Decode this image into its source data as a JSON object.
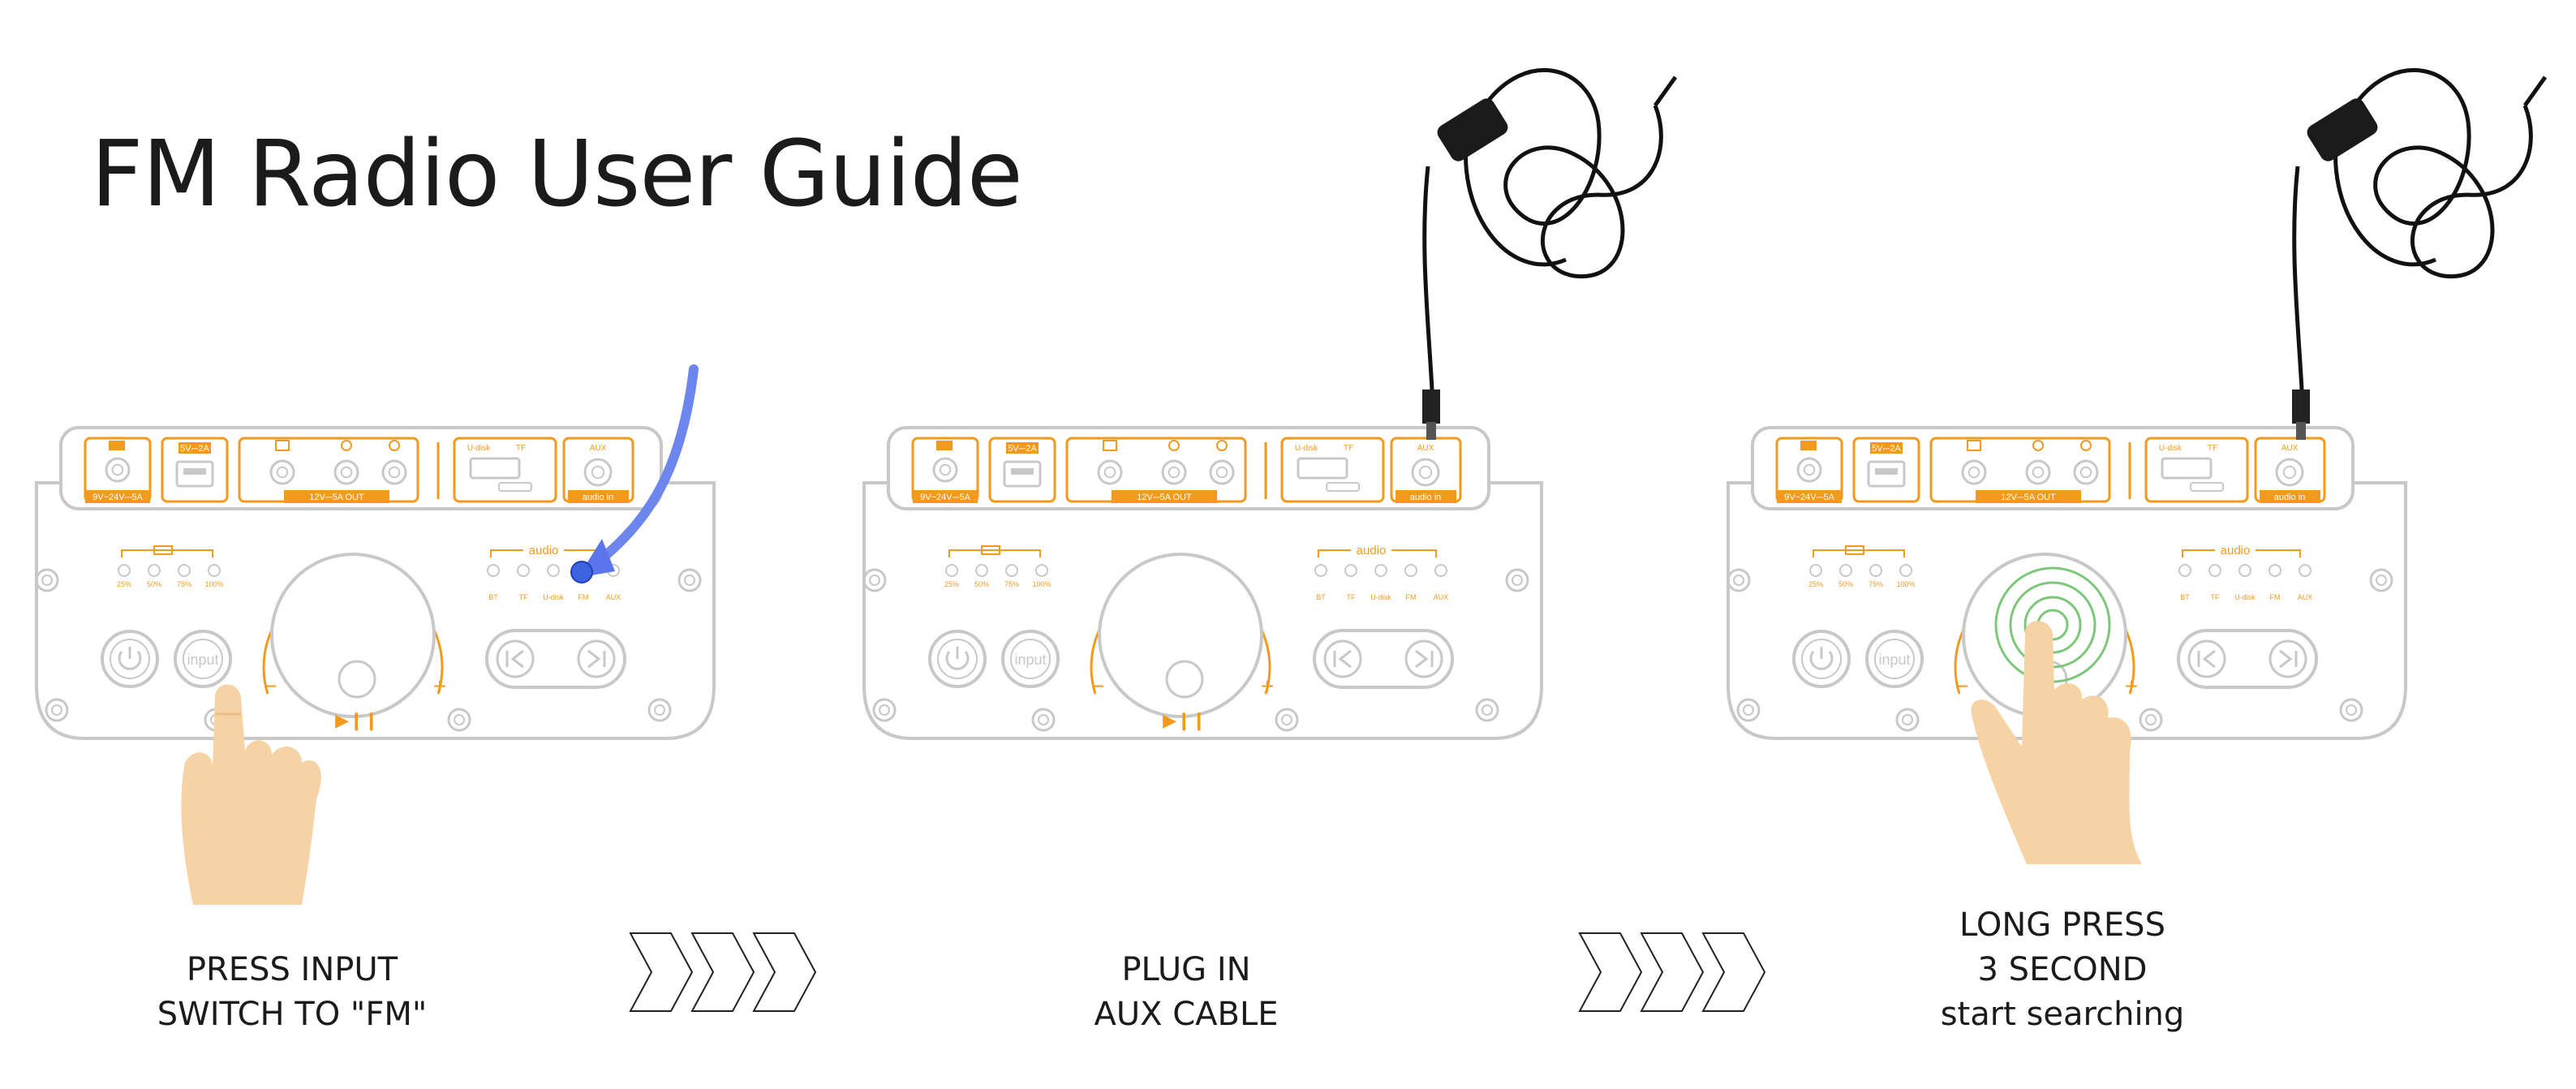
{
  "title": "FM Radio User Guide",
  "device": {
    "power_spec": "9V~24V⎓5A",
    "usb_spec": "5V⎓2A",
    "out_spec": "12V⎓5A OUT",
    "udisk_label": "U-disk",
    "tf_label": "TF",
    "aux_label": "AUX",
    "audio_in_label": "audio in",
    "audio_label": "audio",
    "battery_levels": [
      "25%",
      "50%",
      "75%",
      "100%"
    ],
    "sources": [
      "BT",
      "TF",
      "U-disk",
      "FM",
      "AUX"
    ],
    "input_label": "input",
    "minus": "−",
    "plus": "+",
    "play_pause": "▶❙❙"
  },
  "steps": [
    {
      "line1": "PRESS INPUT",
      "line2": "SWITCH TO \"FM\"",
      "line3": ""
    },
    {
      "line1": "PLUG IN",
      "line2": "AUX CABLE",
      "line3": ""
    },
    {
      "line1": "LONG PRESS",
      "line2": "3 SECOND",
      "line3": "start searching"
    }
  ],
  "colors": {
    "accent": "#F39A1E",
    "outline": "#C8C8C8",
    "highlight": "#4F6FE8",
    "hand": "#F6D3A4"
  }
}
